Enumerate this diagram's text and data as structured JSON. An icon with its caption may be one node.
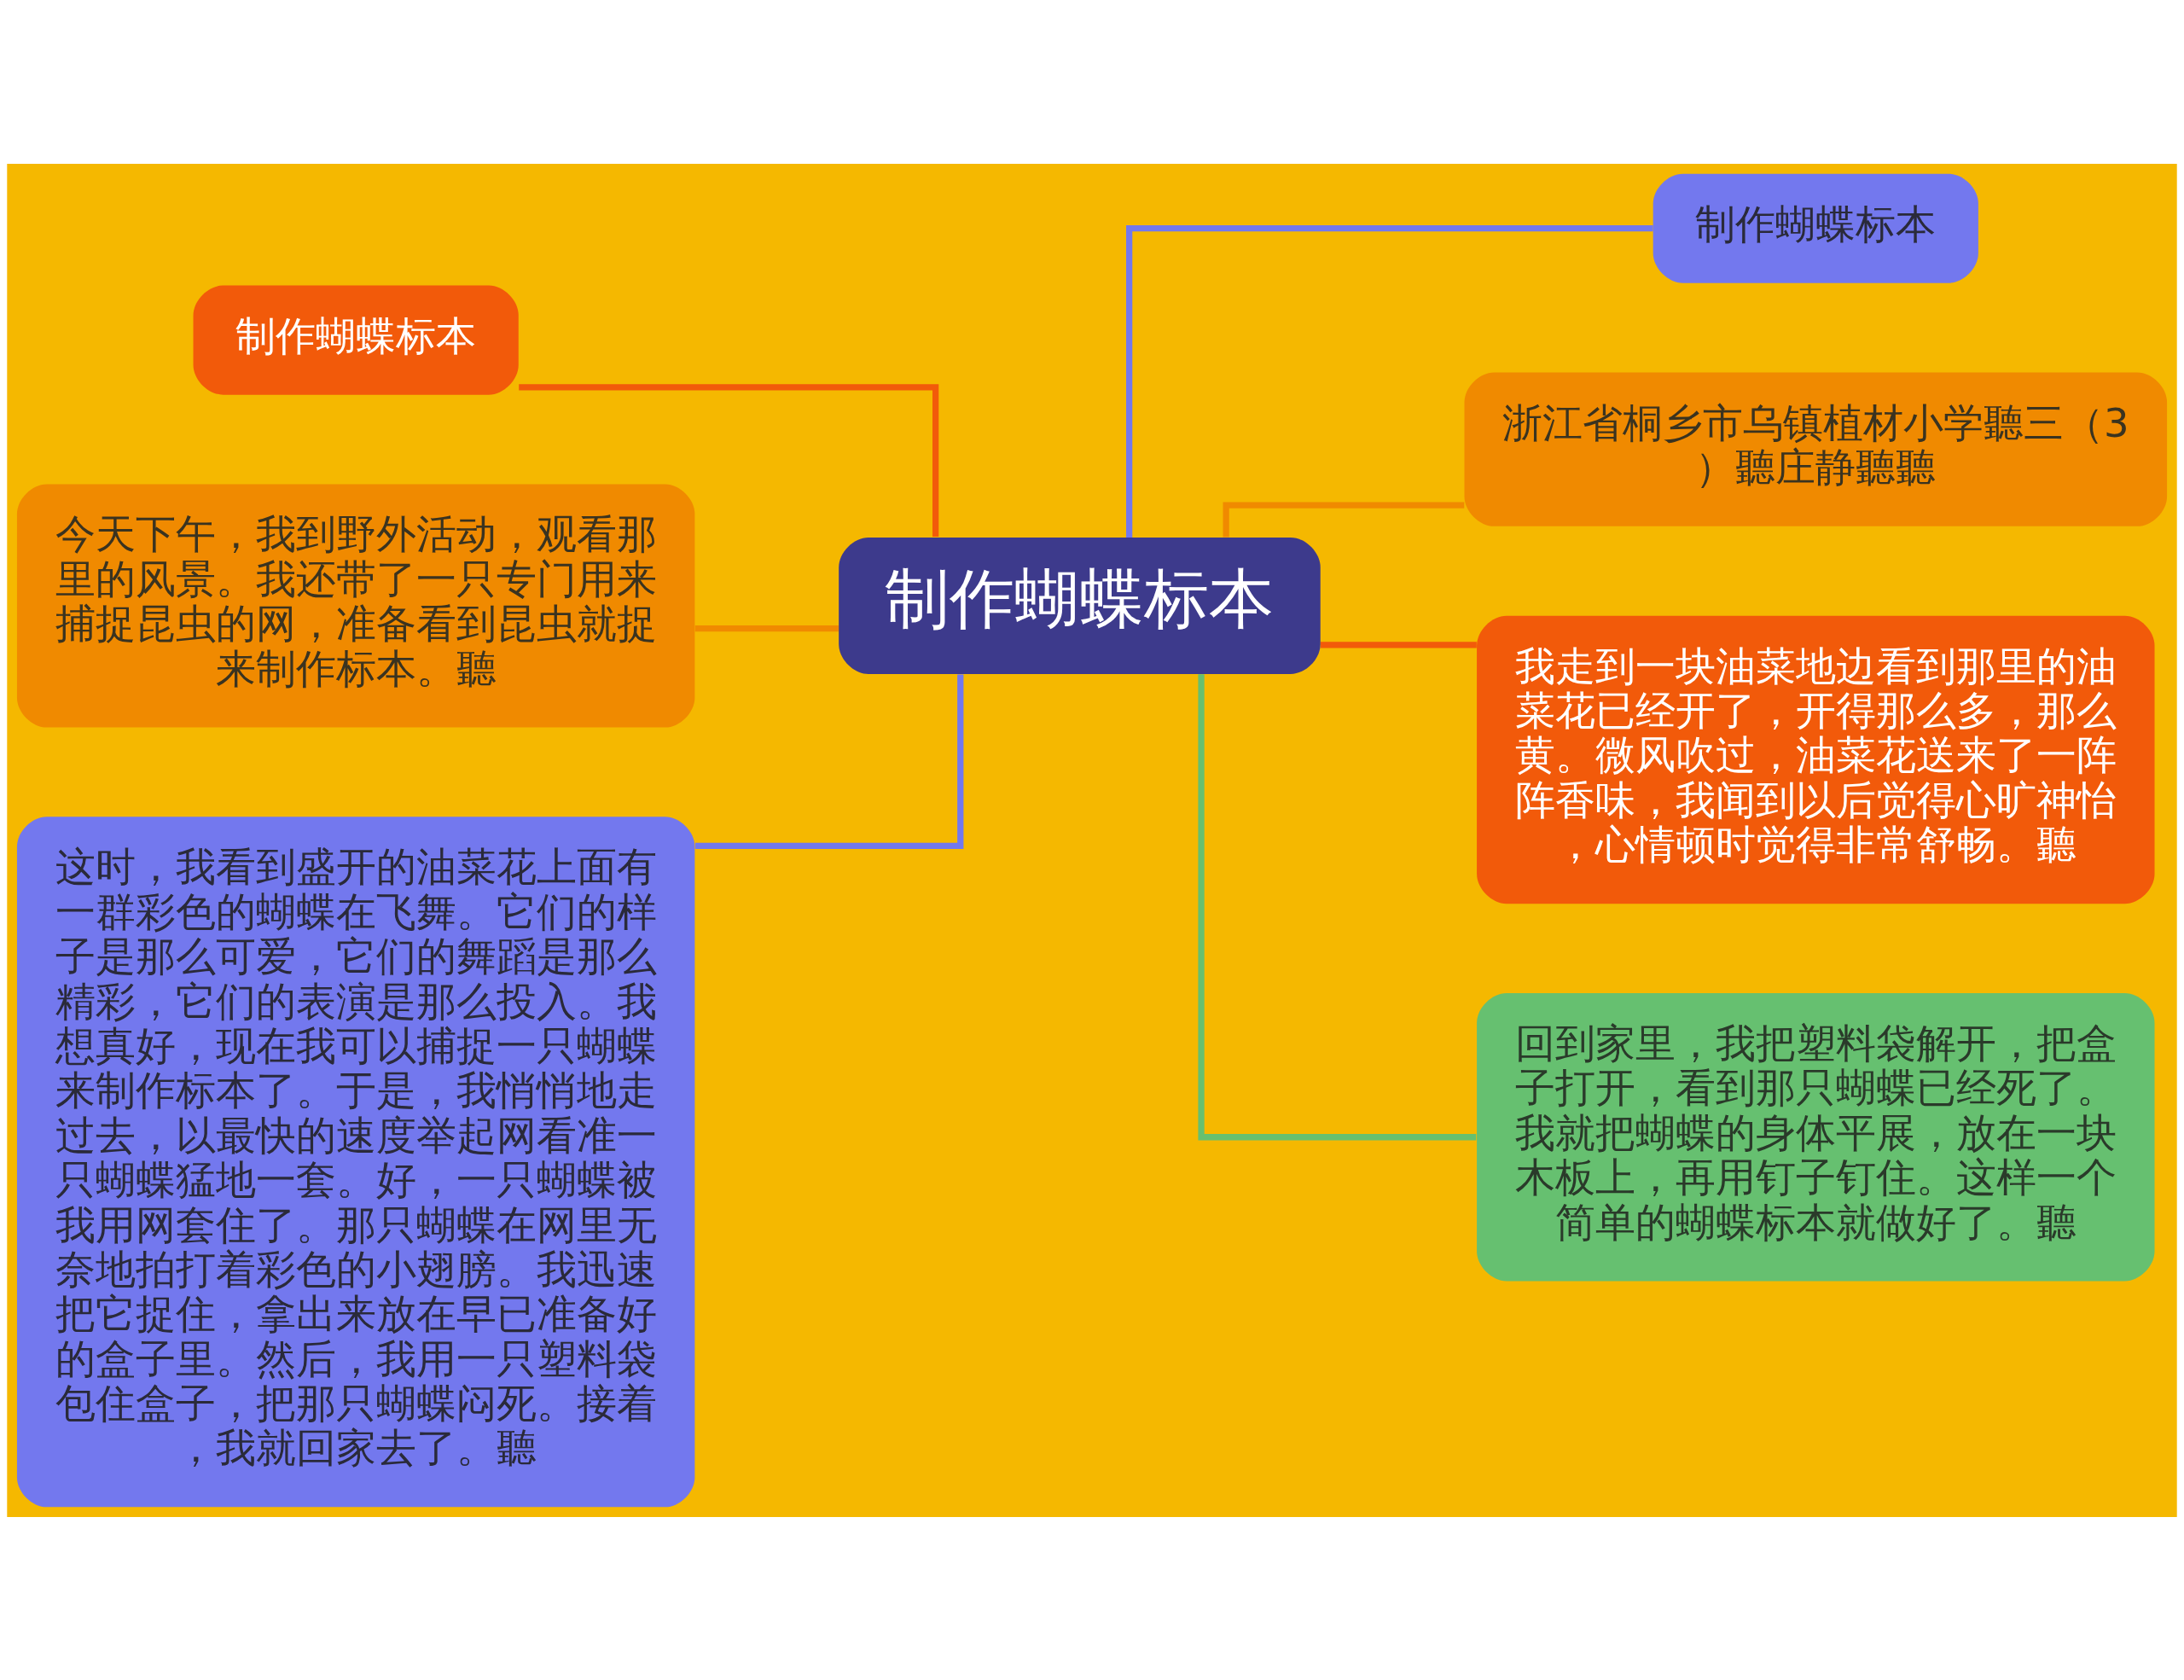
{
  "diagram": {
    "nodes": [
      {
        "text": [
          "制作蝴蝶标本"
        ]
      },
      {
        "text": [
          "制作蝴蝶标本"
        ]
      },
      {
        "text": [
          "今天下午，我到野外活动，观看那里的风景。我还带了一只专门用来捕捉昆虫的网，准备看到昆虫就捉来制作标本。聽"
        ]
      },
      {
        "text": [
          "这时，我看到盛开的油菜花上面有一群彩色的蝴蝶在飞舞。它们的样子是那么可爱，它们的舞蹈是那么精彩，它们的表演是那么投入。我想真好，现在我可以捕捉一只蝴蝶来制作标本了。于是，我悄悄地走过去，以最快的速度举起网看准一只蝴蝶猛地一套。好，一只蝴蝶被我用网套住了。那只蝴蝶在网里无奈地拍打着彩色的小翅膀。我迅速把它捉住，拿出来放在早已准备好的盒子里。然后，我用一只塑料袋包住盒子，把那只蝴蝶闷死。接着，我就回家去了。聽"
        ]
      },
      {
        "text": [
          "制作蝴蝶标本"
        ]
      },
      {
        "text": [
          "浙江省桐乡市乌镇植材小学聽三（3）聽庄静聽聽"
        ]
      },
      {
        "text": [
          "我走到一块油菜地边看到那里的油菜花已经开了，开得那么多，那么黄。微风吹过，油菜花送来了一阵阵香味，我闻到以后觉得心旷神怡，心情顿时觉得非常舒畅。聽"
        ]
      },
      {
        "text": [
          "回到家里，我把塑料袋解开，把盒子打开，看到那只蝴蝶已经死了。我就把蝴蝶的身体平展，放在一块木板上，再用钉子钉住。这样一个简单的蝴蝶标本就做好了。聽"
        ]
      }
    ],
    "edges": [
      {
        "from": 0,
        "to": 1,
        "arrow": "none",
        "color": "#f25a0a"
      },
      {
        "from": 0,
        "to": 2,
        "arrow": "none",
        "color": "#f08a00"
      },
      {
        "from": 0,
        "to": 3,
        "arrow": "none",
        "color": "#7378ee"
      },
      {
        "from": 0,
        "to": 4,
        "arrow": "none",
        "color": "#7378ee"
      },
      {
        "from": 0,
        "to": 5,
        "arrow": "none",
        "color": "#f08a00"
      },
      {
        "from": 0,
        "to": 6,
        "arrow": "none",
        "color": "#f25a0a"
      },
      {
        "from": 0,
        "to": 7,
        "arrow": "none",
        "color": "#66c070"
      }
    ]
  }
}
